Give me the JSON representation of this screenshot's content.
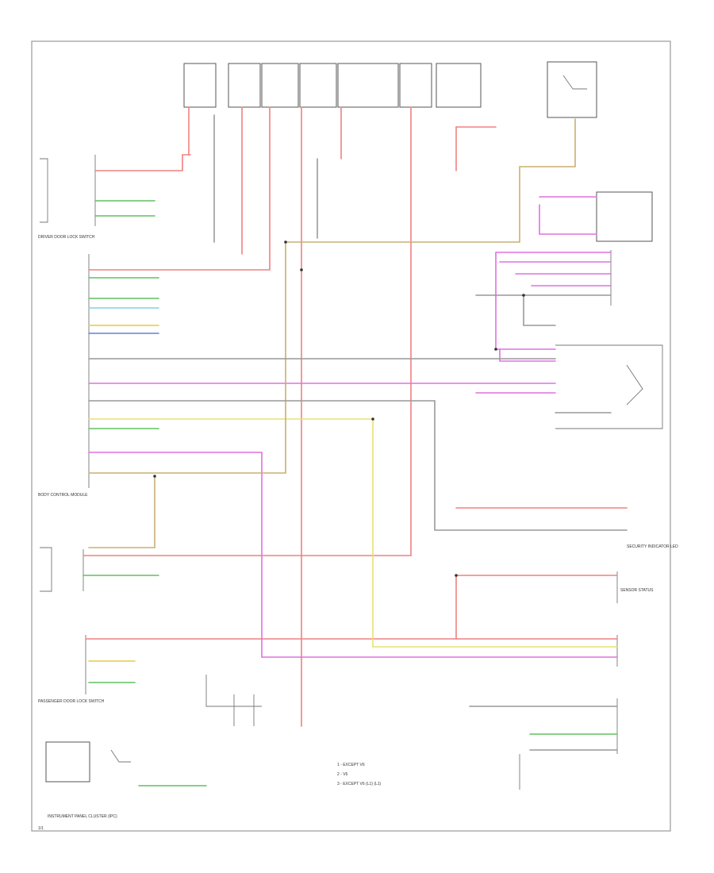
{
  "labels": {
    "driver_door_lock_switch": "DRIVER DOOR LOCK SWITCH",
    "body_control_module": "BODY CONTROL MODULE",
    "passenger_door_lock_switch": "PASSENGER DOOR LOCK SWITCH",
    "instrument_panel_cluster": "INSTRUMENT PANEL CLUSTER (IPC)",
    "security_indicator_led": "SECURITY INDICATOR LED",
    "sensor_status": "SENSOR STATUS",
    "legend_1": "1 - EXCEPT V6",
    "legend_2": "2 - V6",
    "legend_3": "3 - EXCEPT V6 (L1) (L1)",
    "page_ref": "1/1"
  },
  "colors": {
    "red_wire": "#f08080",
    "pink_wire": "#e070e0",
    "yellow_wire": "#e8e070",
    "tan_wire": "#c8b070",
    "green_wire": "#60c060",
    "blue_wire": "#6080e0",
    "cyan_wire": "#80d0e0",
    "gray_wire": "#999999",
    "frame": "#9a9a9a"
  }
}
